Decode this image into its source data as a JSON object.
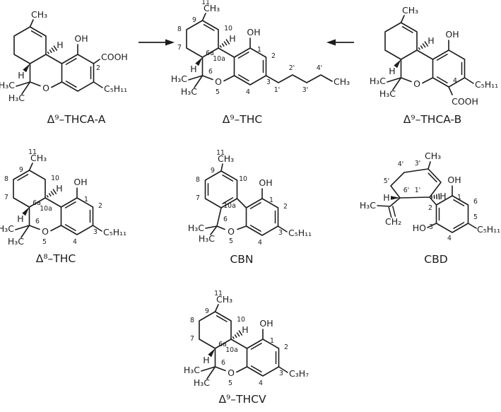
{
  "page": {
    "background": "#ffffff",
    "ink": "#1c1c1c",
    "description": "Chemical structures of main cannabinoids and their interconversion scheme"
  },
  "glyphs": {
    "ch3": "CH₃",
    "h3c": "H₃C",
    "ch2": "CH₂",
    "oh": "OH",
    "ho": "HO",
    "o": "O",
    "h": "H",
    "cooh": "COOH",
    "c5h11": "C₅H₁₁",
    "c3h7": "C₃H₇"
  },
  "locants": {
    "n1": "1",
    "n2": "2",
    "n3": "3",
    "n4": "4",
    "n5": "5",
    "n6": "6",
    "n6a": "6a",
    "n7": "7",
    "n8": "8",
    "n9": "9",
    "n10": "10",
    "n10a": "10a",
    "n11": "11",
    "p1": "1'",
    "p2": "2'",
    "p3": "3'",
    "p4": "4'",
    "p5": "5'",
    "p6": "6'"
  },
  "molecules": {
    "thca_a": {
      "title": "Δ⁹–THCA-A"
    },
    "thc": {
      "title": "Δ⁹–THC"
    },
    "thca_b": {
      "title": "Δ⁹–THCA-B"
    },
    "delta8_thc": {
      "title": "Δ⁸–THC"
    },
    "cbn": {
      "title": "CBN"
    },
    "cbd": {
      "title": "CBD"
    },
    "thcv": {
      "title": "Δ⁹–THCV"
    }
  }
}
